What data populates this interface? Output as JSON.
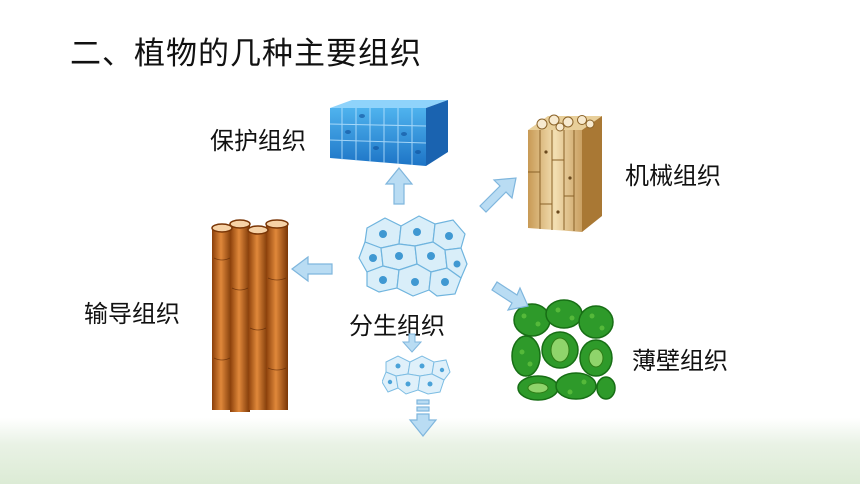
{
  "title": "二、植物的几种主要组织",
  "tissues": {
    "protective": "保护组织",
    "mechanical": "机械组织",
    "conductive": "输导组织",
    "meristematic": "分生组织",
    "parenchyma": "薄壁组织"
  }
}
